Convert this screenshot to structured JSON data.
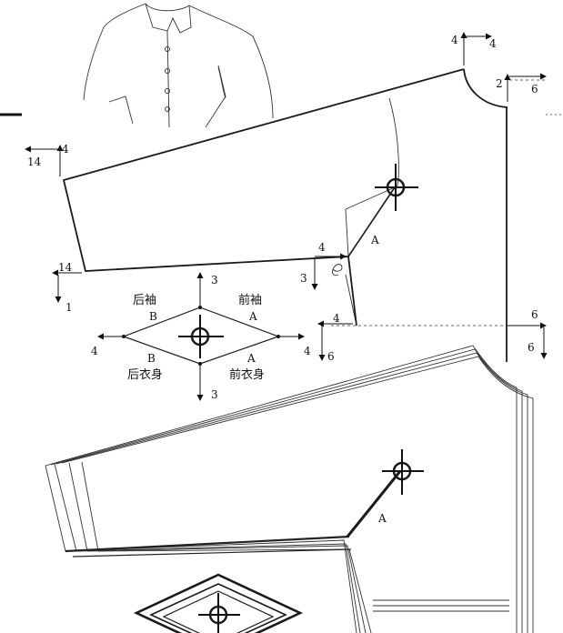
{
  "shift_labels": {
    "top_right_up": "4",
    "top_right_right": "4",
    "right_upper_up": "2",
    "right_upper_right": "6",
    "cuff_top_up": "4",
    "cuff_top_left": "14",
    "cuff_bottom_left": "14",
    "cuff_bottom_down": "1",
    "underarm_up": "4",
    "underarm_down": "3",
    "side_left": "4",
    "side_down": "6",
    "right_lower_up": "6",
    "right_lower_right": "6"
  },
  "point_label": "A",
  "diamond": {
    "top_value": "3",
    "bottom_value": "3",
    "left_value": "4",
    "right_value": "4",
    "upper_left_name": "后袖",
    "upper_left_letter": "B",
    "upper_right_name": "前袖",
    "upper_right_letter": "A",
    "lower_left_letter": "B",
    "lower_left_name": "后衣身",
    "lower_right_letter": "A",
    "lower_right_name": "前衣身"
  },
  "lower_point_label": "A",
  "colors": {
    "line": "#1a1a1a",
    "background": "#ffffff"
  }
}
